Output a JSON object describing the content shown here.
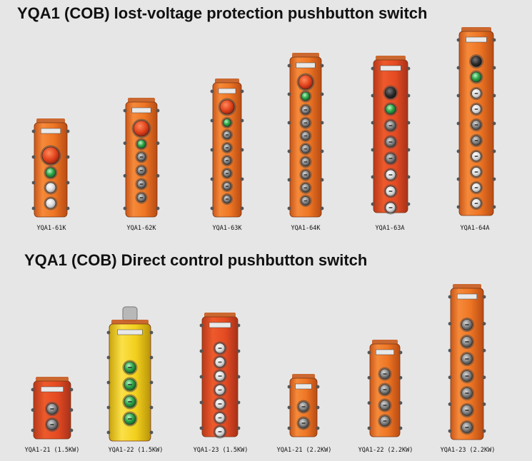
{
  "headings": {
    "lost_voltage": "YQA1 (COB) lost-voltage protection pushbutton switch",
    "direct_control": "YQA1 (COB) Direct control pushbutton switch"
  },
  "row1_captions": [
    "YQA1-61K",
    "YQA1-62K",
    "YQA1-63K",
    "YQA1-64K",
    "YQA1-63A",
    "YQA1-64A"
  ],
  "row2_captions": [
    "YQA1-21 (1.5KW)",
    "YQA1-22 (1.5KW)",
    "YQA1-23 (1.5KW)",
    "YQA1-21 (2.2KW)",
    "YQA1-22 (2.2KW)",
    "YQA1-23 (2.2KW)"
  ],
  "colors": {
    "background": "#e6e6e6",
    "orange_housing": "#f07a24",
    "red_orange_housing": "#e8532a",
    "yellow_housing": "#f2cf1c",
    "green_button": "#2fa84a",
    "grey_button": "#7d7d7d"
  }
}
